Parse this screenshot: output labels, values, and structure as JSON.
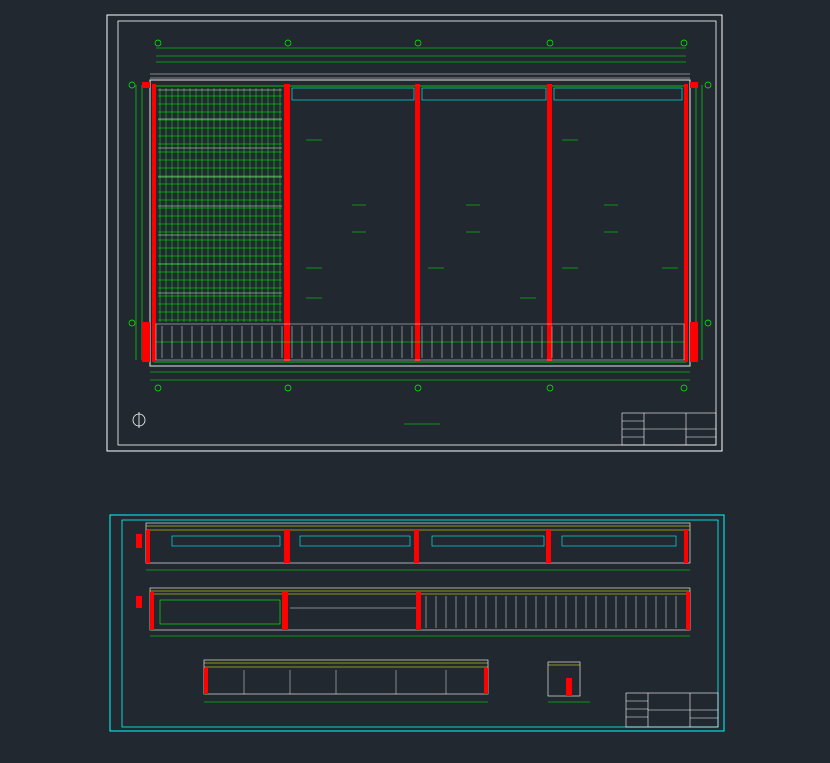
{
  "app": {
    "view": "cad-drawing-viewer"
  },
  "colors": {
    "background": "#212830",
    "frame_white": "#ffffff",
    "frame_cyan": "#00ffff",
    "line_green": "#00ff00",
    "wall_red": "#ff0000",
    "dim_white": "#e6e6e6",
    "detail_yellow": "#ffff00"
  },
  "sheet1": {
    "name": "plan-view-sheet",
    "north_arrow_icon": "north-arrow-icon",
    "caption": "",
    "title_block_text": ""
  },
  "sheet2": {
    "name": "section-view-sheet",
    "captions": [
      "",
      "",
      "",
      ""
    ],
    "title_block_text": ""
  }
}
